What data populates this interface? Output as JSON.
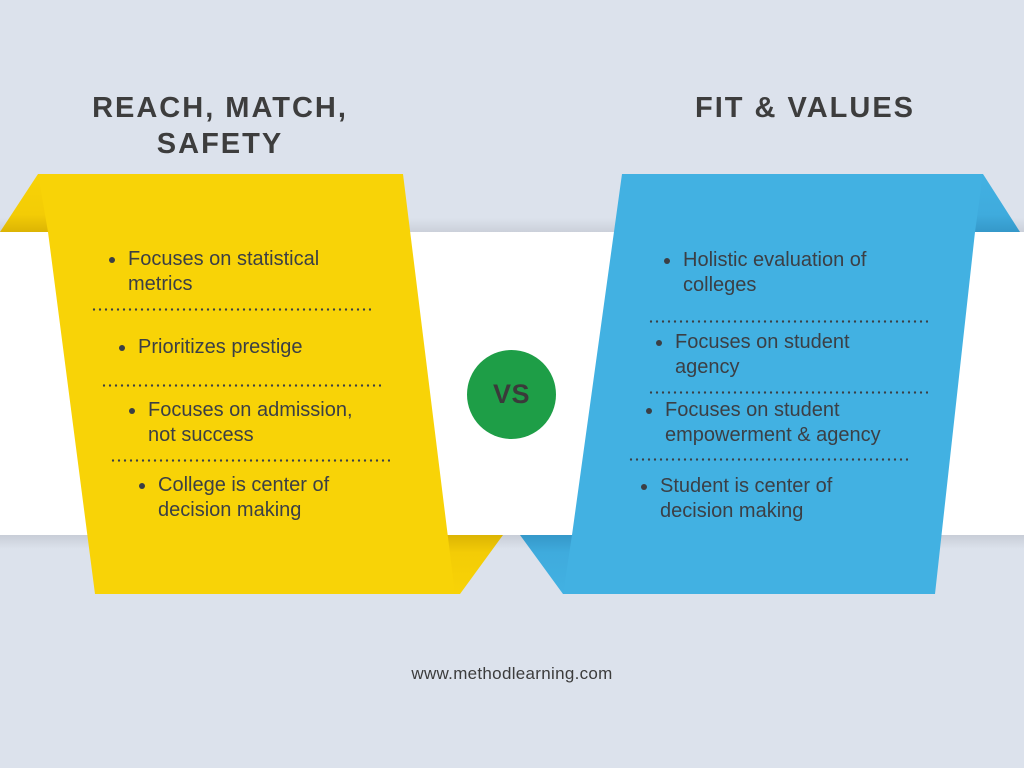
{
  "colors": {
    "background": "#dce2ec",
    "band": "#ffffff",
    "left_panel": "#f8d307",
    "left_panel_shade": "#e6bf05",
    "right_panel": "#42b1e2",
    "right_panel_shade": "#3a9fcf",
    "vs_circle": "#1e9e47",
    "text": "#3b3f45"
  },
  "left": {
    "heading": "REACH, MATCH,\nSAFETY",
    "items": [
      {
        "text": "Focuses on statistical\nmetrics"
      },
      {
        "text": "Prioritizes prestige"
      },
      {
        "text": "Focuses on admission,\nnot success"
      },
      {
        "text": "College is center of\ndecision making"
      }
    ]
  },
  "vs": {
    "label": "VS"
  },
  "right": {
    "heading": "FIT & VALUES",
    "items": [
      {
        "text": "Holistic evaluation of\ncolleges"
      },
      {
        "text": "Focuses on student\nagency"
      },
      {
        "text": "Focuses on student\nempowerment & agency"
      },
      {
        "text": "Student is center of\ndecision making"
      }
    ]
  },
  "footer": {
    "url": "www.methodlearning.com"
  }
}
